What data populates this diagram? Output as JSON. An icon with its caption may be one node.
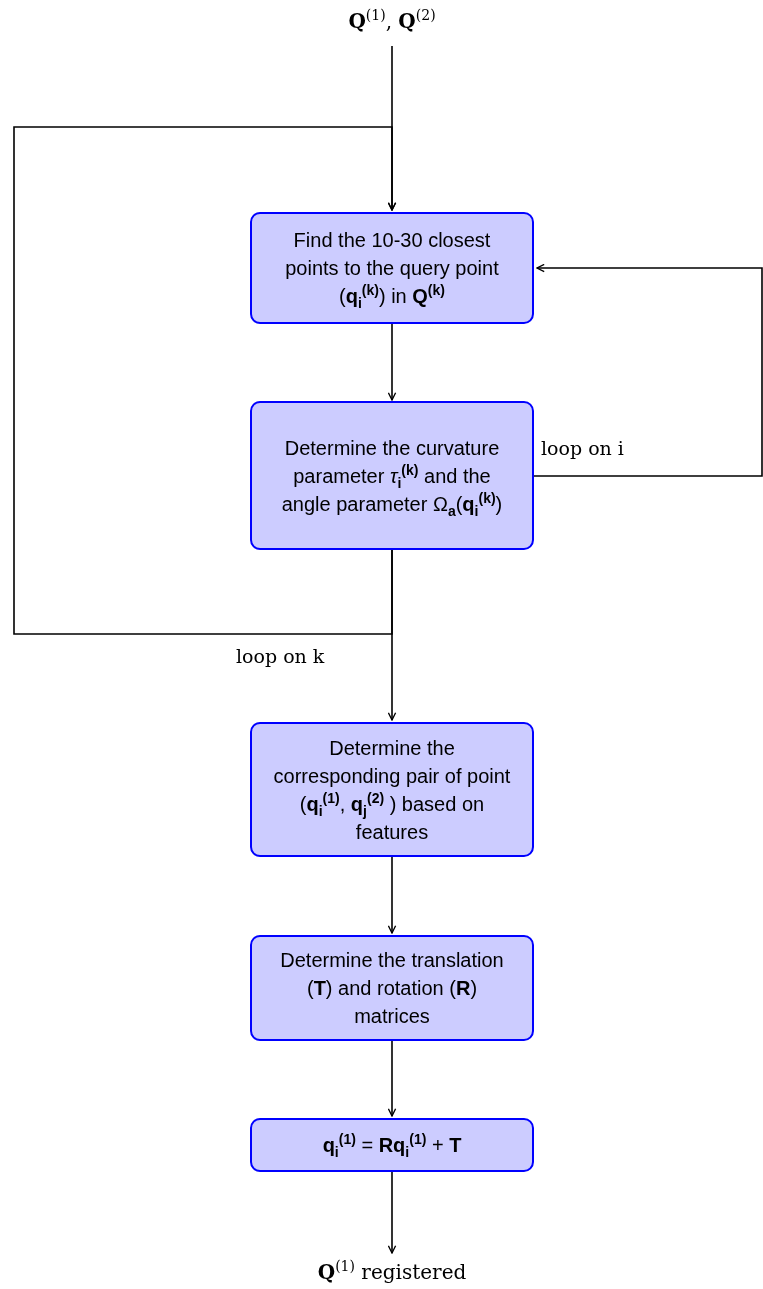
{
  "diagram": {
    "nodes": [
      {
        "text": [
          "**Q**$^{(1)}$, **Q**$^{(2)}$"
        ]
      },
      {
        "text": [
          "Find the 10-30 closest points to the query point (**q**$_{i}$$^{(k)}$) in **Q**$^{(k)}$"
        ]
      },
      {
        "text": [
          "Determine the curvature parameter *τ*$_{i}$$^{(k)}$ and the angle parameter Ω$_{a}$(**q**$_{i}$$^{(k)}$)"
        ]
      },
      {
        "text": [
          "Determine the corresponding pair of point (**q**$_{i}$$^{(1)}$, **q**$_{j}$$^{(2)}$ ) based on features"
        ]
      },
      {
        "text": [
          "Determine the translation (**T**) and rotation (**R**) matrices"
        ]
      },
      {
        "text": [
          "**q**$_{i}$$^{(1)}$ = **Rq**$_{i}$$^{(1)}$ + **T**"
        ]
      },
      {
        "text": [
          "**Q**$^{(1)}$ registered"
        ]
      }
    ],
    "edges": [
      {
        "from": 0,
        "to": 1,
        "arrow": "to"
      },
      {
        "from": 1,
        "to": 2,
        "arrow": "to"
      },
      {
        "from": 2,
        "to": 1,
        "arrow": "to",
        "label": "loop on i"
      },
      {
        "from": 2,
        "to": 1,
        "arrow": "to",
        "label": "loop on k"
      },
      {
        "from": 2,
        "to": 3,
        "arrow": "to"
      },
      {
        "from": 3,
        "to": 4,
        "arrow": "to"
      },
      {
        "from": 4,
        "to": 5,
        "arrow": "to"
      },
      {
        "from": 5,
        "to": 6,
        "arrow": "to"
      }
    ]
  }
}
